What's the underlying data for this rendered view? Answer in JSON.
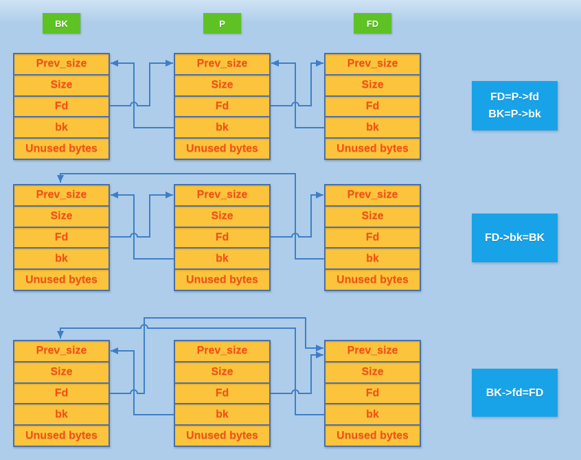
{
  "diagram": {
    "title_hidden": "",
    "chunk_fields": [
      "Prev_size",
      "Size",
      "Fd",
      "bk",
      "Unused bytes"
    ],
    "top_labels": {
      "bk": "BK",
      "p": "P",
      "fd": "FD"
    },
    "notes": [
      {
        "lines": [
          "FD=P->fd",
          "BK=P->bk"
        ]
      },
      {
        "lines": [
          "FD->bk=BK"
        ]
      },
      {
        "lines": [
          "BK->fd=FD"
        ]
      }
    ],
    "connections": {
      "row1": [
        "BK.Fd -> P.Prev_size",
        "P.bk -> BK.Prev_size",
        "P.Fd -> FD.Prev_size",
        "FD.bk -> P.Prev_size"
      ],
      "row2": [
        "BK.Fd -> P.Prev_size",
        "P.bk -> BK.Prev_size",
        "P.Fd -> FD.Prev_size",
        "FD.bk -> BK (top of chunk)"
      ],
      "row3": [
        "BK.Fd -> FD.Prev_size",
        "P.bk -> BK.Prev_size",
        "P.Fd -> FD.Prev_size",
        "FD.bk -> BK (top of chunk)"
      ]
    }
  },
  "colors": {
    "background": "#aecdea",
    "background_top": "#cfe3f4",
    "chunk_fill": "#fcc43c",
    "chunk_border": "#4a6fa5",
    "chunk_text": "#f25018",
    "label_bg": "#5ec225",
    "label_text": "#ffffff",
    "note_bg": "#18a3e8",
    "note_text": "#ffffff",
    "arrow": "#3e7ec6"
  }
}
